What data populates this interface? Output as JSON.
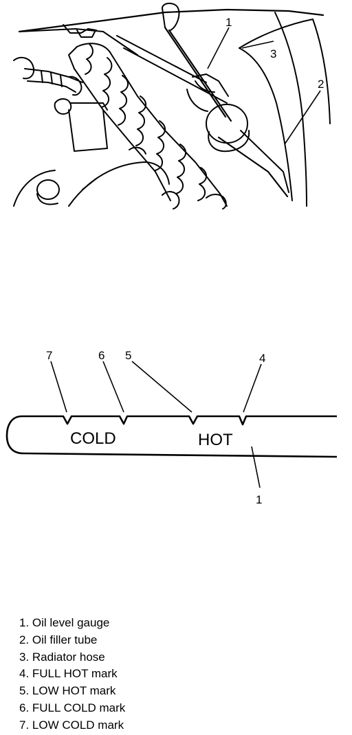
{
  "callouts": {
    "top": [
      "1",
      "2",
      "3"
    ],
    "gauge": [
      "7",
      "6",
      "5",
      "4",
      "1"
    ]
  },
  "gauge_labels": {
    "cold": "COLD",
    "hot": "HOT"
  },
  "legend": [
    "1. Oil level gauge",
    "2. Oil filler tube",
    "3. Radiator hose",
    "4. FULL HOT mark",
    "5. LOW HOT mark",
    "6. FULL COLD mark",
    "7. LOW COLD mark"
  ]
}
